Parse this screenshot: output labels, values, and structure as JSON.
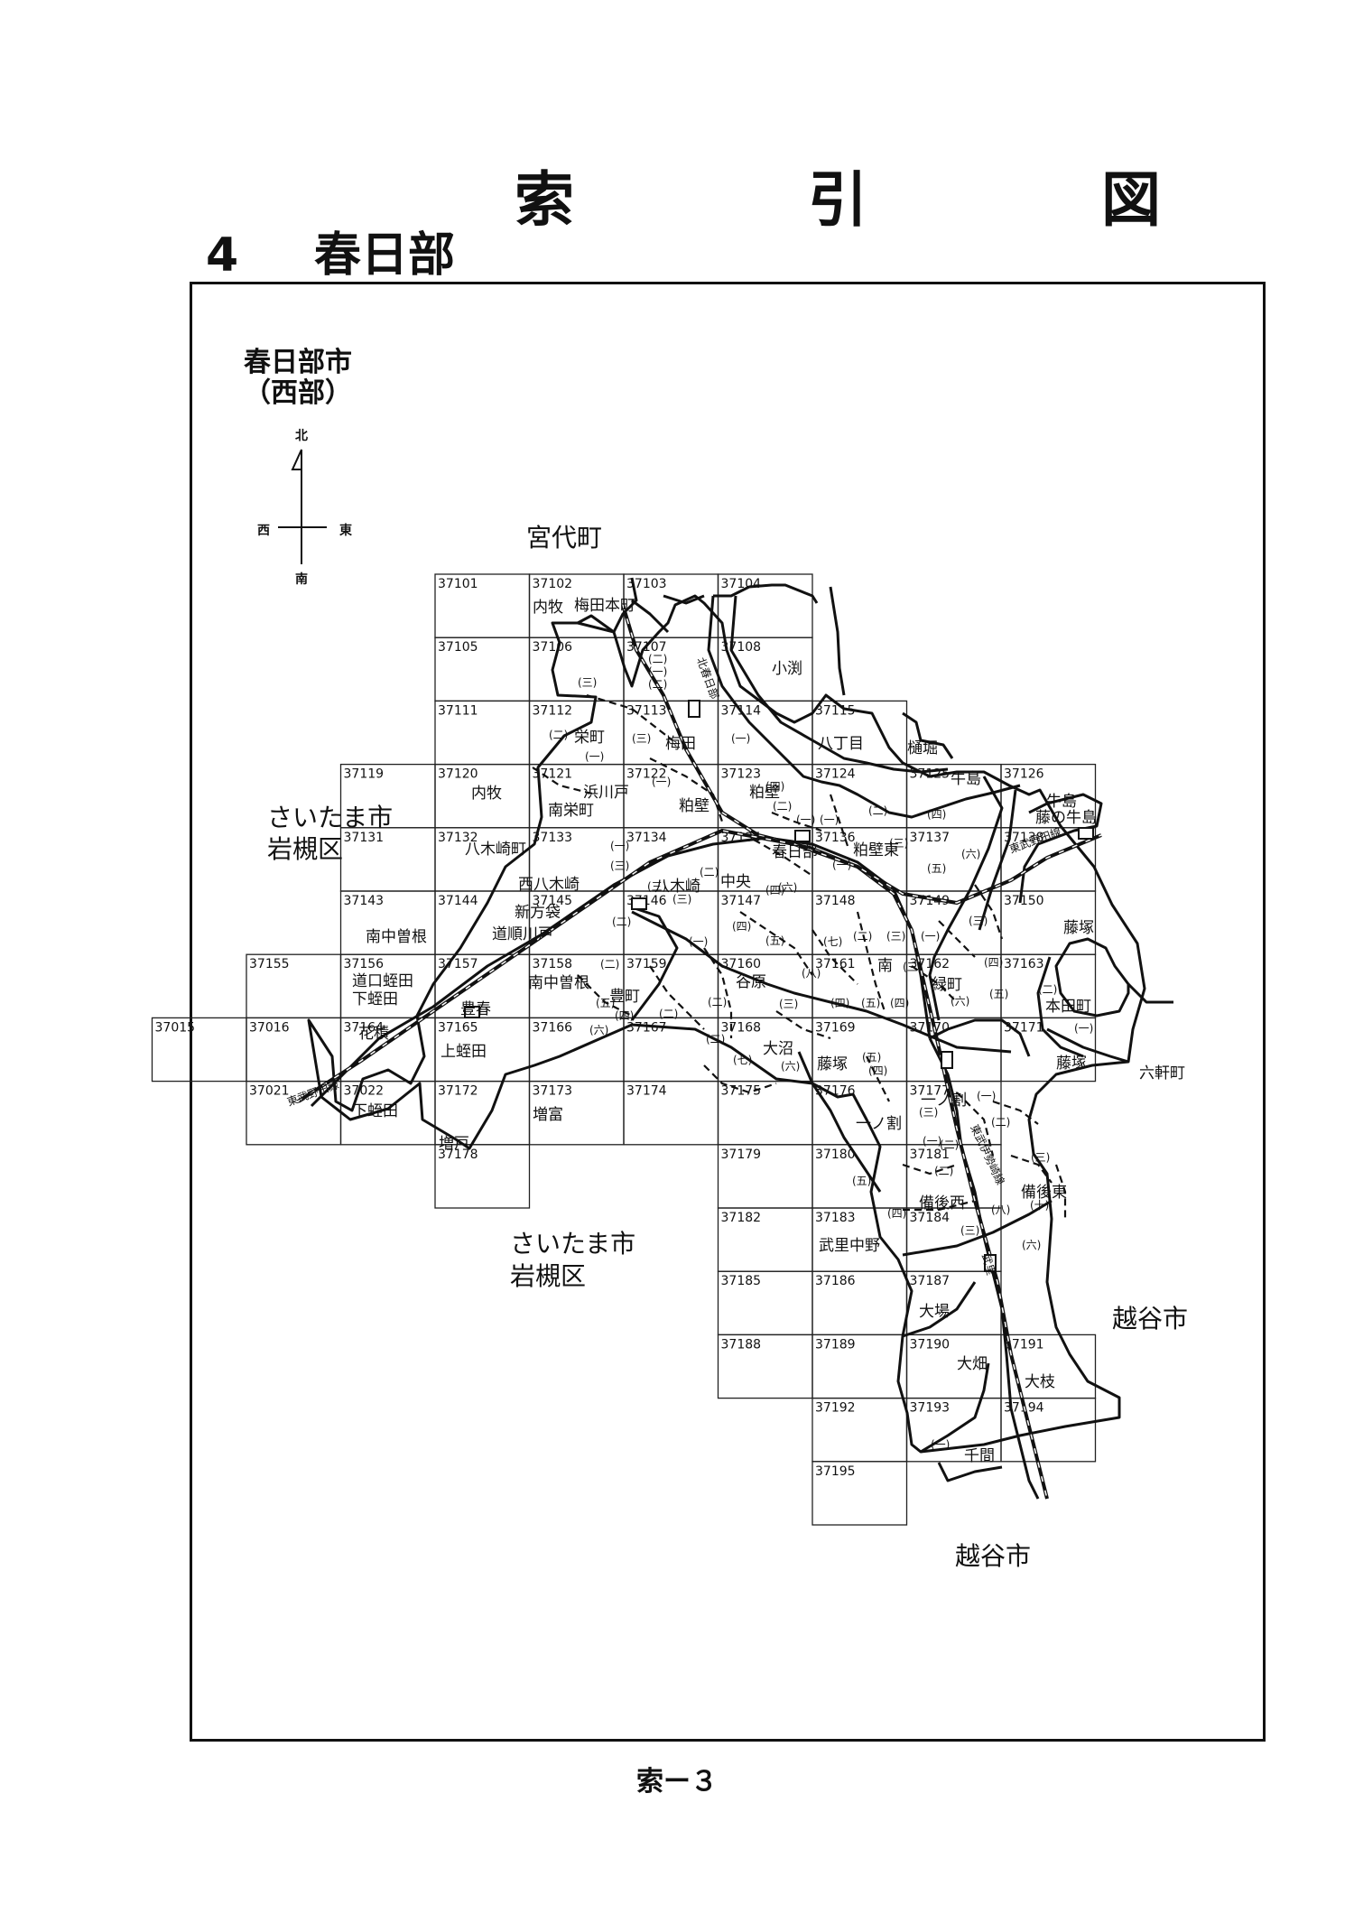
{
  "page": {
    "title": "索 引 図",
    "section_number": "4",
    "section_name": "春日部",
    "city_line1": "春日部市",
    "city_line2": "（西部）",
    "page_no": "索ー３"
  },
  "compass": {
    "north": "北",
    "south": "南",
    "east": "東",
    "west": "西"
  },
  "neighbors": [
    {
      "text": "宮代町"
    },
    {
      "text": "さいたま市"
    },
    {
      "text": "岩槻区"
    },
    {
      "text": "さいたま市"
    },
    {
      "text": "岩槻区"
    },
    {
      "text": "越谷市"
    },
    {
      "text": "越谷市"
    }
  ],
  "cells": [
    {
      "id": "37101"
    },
    {
      "id": "37102"
    },
    {
      "id": "37103"
    },
    {
      "id": "37104"
    },
    {
      "id": "37105"
    },
    {
      "id": "37106"
    },
    {
      "id": "37107"
    },
    {
      "id": "37108"
    },
    {
      "id": "37111"
    },
    {
      "id": "37112"
    },
    {
      "id": "37113"
    },
    {
      "id": "37114"
    },
    {
      "id": "37115"
    },
    {
      "id": "37119"
    },
    {
      "id": "37120"
    },
    {
      "id": "37121"
    },
    {
      "id": "37122"
    },
    {
      "id": "37123"
    },
    {
      "id": "37124"
    },
    {
      "id": "37125"
    },
    {
      "id": "37126"
    },
    {
      "id": "37131"
    },
    {
      "id": "37132"
    },
    {
      "id": "37133"
    },
    {
      "id": "37134"
    },
    {
      "id": "37135"
    },
    {
      "id": "37136"
    },
    {
      "id": "37137"
    },
    {
      "id": "37138"
    },
    {
      "id": "37143"
    },
    {
      "id": "37144"
    },
    {
      "id": "37145"
    },
    {
      "id": "37146"
    },
    {
      "id": "37147"
    },
    {
      "id": "37148"
    },
    {
      "id": "37149"
    },
    {
      "id": "37150"
    },
    {
      "id": "37155"
    },
    {
      "id": "37156"
    },
    {
      "id": "37157"
    },
    {
      "id": "37158"
    },
    {
      "id": "37159"
    },
    {
      "id": "37160"
    },
    {
      "id": "37161"
    },
    {
      "id": "37162"
    },
    {
      "id": "37163"
    },
    {
      "id": "37015"
    },
    {
      "id": "37016"
    },
    {
      "id": "37164"
    },
    {
      "id": "37165"
    },
    {
      "id": "37166"
    },
    {
      "id": "37167"
    },
    {
      "id": "37168"
    },
    {
      "id": "37169"
    },
    {
      "id": "37170"
    },
    {
      "id": "37171"
    },
    {
      "id": "37021"
    },
    {
      "id": "37022"
    },
    {
      "id": "37172"
    },
    {
      "id": "37173"
    },
    {
      "id": "37174"
    },
    {
      "id": "37175"
    },
    {
      "id": "37176"
    },
    {
      "id": "37177"
    },
    {
      "id": "37178"
    },
    {
      "id": "37179"
    },
    {
      "id": "37180"
    },
    {
      "id": "37181"
    },
    {
      "id": "37182"
    },
    {
      "id": "37183"
    },
    {
      "id": "37184"
    },
    {
      "id": "37185"
    },
    {
      "id": "37186"
    },
    {
      "id": "37187"
    },
    {
      "id": "37188"
    },
    {
      "id": "37189"
    },
    {
      "id": "37190"
    },
    {
      "id": "37191"
    },
    {
      "id": "37192"
    },
    {
      "id": "37193"
    },
    {
      "id": "37194"
    },
    {
      "id": "37195"
    }
  ],
  "places": [
    {
      "text": "内牧"
    },
    {
      "text": "梅田本町"
    },
    {
      "text": "小渕"
    },
    {
      "text": "栄町"
    },
    {
      "text": "梅田"
    },
    {
      "text": "八丁目"
    },
    {
      "text": "樋堀"
    },
    {
      "text": "牛島"
    },
    {
      "text": "牛島"
    },
    {
      "text": "藤の牛島"
    },
    {
      "text": "内牧"
    },
    {
      "text": "浜川戸"
    },
    {
      "text": "南栄町"
    },
    {
      "text": "粕壁"
    },
    {
      "text": "粕壁"
    },
    {
      "text": "八木崎町"
    },
    {
      "text": "西八木崎"
    },
    {
      "text": "八木崎"
    },
    {
      "text": "春日部"
    },
    {
      "text": "粕壁東"
    },
    {
      "text": "中央"
    },
    {
      "text": "新方袋"
    },
    {
      "text": "道順川戸"
    },
    {
      "text": "南中曽根"
    },
    {
      "text": "藤塚"
    },
    {
      "text": "道口蛭田"
    },
    {
      "text": "下蛭田"
    },
    {
      "text": "豊春"
    },
    {
      "text": "南中曽根"
    },
    {
      "text": "豊町"
    },
    {
      "text": "谷原"
    },
    {
      "text": "南"
    },
    {
      "text": "緑町"
    },
    {
      "text": "本田町"
    },
    {
      "text": "藤塚"
    },
    {
      "text": "花積"
    },
    {
      "text": "上蛭田"
    },
    {
      "text": "大沼"
    },
    {
      "text": "藤塚"
    },
    {
      "text": "六軒町"
    },
    {
      "text": "下蛭田"
    },
    {
      "text": "増戸"
    },
    {
      "text": "増富"
    },
    {
      "text": "一ノ割"
    },
    {
      "text": "一ノ割"
    },
    {
      "text": "備後西"
    },
    {
      "text": "備後東"
    },
    {
      "text": "武里中野"
    },
    {
      "text": "大場"
    },
    {
      "text": "大畑"
    },
    {
      "text": "大枝"
    },
    {
      "text": "千間"
    }
  ],
  "chome": [
    "(一)",
    "(二)",
    "(三)",
    "(四)",
    "(五)",
    "(六)",
    "(七)",
    "(八)",
    "(十)"
  ],
  "rail_lines": [
    {
      "name": "北春日部"
    },
    {
      "name": "東武野田線"
    },
    {
      "name": "東武野田線"
    },
    {
      "name": "東武伊勢崎線"
    },
    {
      "name": "武里"
    }
  ]
}
